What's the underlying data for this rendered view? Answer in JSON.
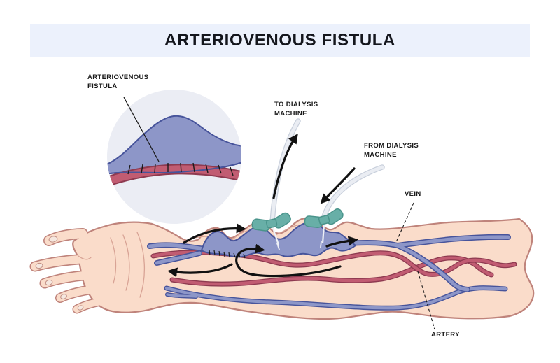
{
  "title": {
    "text": "ARTERIOVENOUS FISTULA"
  },
  "labels": {
    "inset": {
      "line1": "ARTERIOVENOUS",
      "line2": "FISTULA"
    },
    "to_dialysis": {
      "line1": "TO DIALYSIS",
      "line2": "MACHINE"
    },
    "from_dialysis": {
      "line1": "FROM DIALYSIS",
      "line2": "MACHINE"
    },
    "vein": "VEIN",
    "artery": "ARTERY"
  },
  "colors": {
    "banner_bg": "#ecf1fc",
    "title_text": "#14161d",
    "label_text": "#1a1a1a",
    "skin_fill": "#fadcca",
    "skin_outline": "#bf837b",
    "skin_crease": "#d8a395",
    "vein_fill": "#8d96c8",
    "vein_outline": "#47549b",
    "artery_fill": "#c15c72",
    "artery_outline": "#8e3a50",
    "connector_teal": "#68afa7",
    "connector_edge": "#4a948b",
    "tube_fill": "#eaedf3",
    "tube_edge": "#c9d0dc",
    "inset_bg": "#ebedf4",
    "arrow_black": "#111111"
  }
}
